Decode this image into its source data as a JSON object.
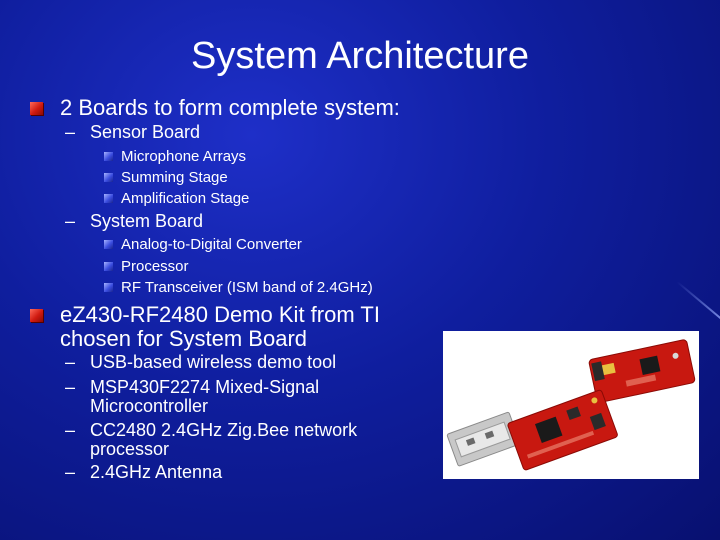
{
  "slide": {
    "title": "System Architecture",
    "bullets": [
      {
        "text": "2 Boards to form complete system:",
        "sub": [
          {
            "text": "Sensor Board",
            "items": [
              "Microphone Arrays",
              "Summing Stage",
              "Amplification Stage"
            ]
          },
          {
            "text": "System Board",
            "items": [
              "Analog-to-Digital Converter",
              "Processor",
              "RF Transceiver (ISM band of 2.4GHz)"
            ]
          }
        ]
      },
      {
        "text_line1": "eZ430-RF2480 Demo Kit from TI",
        "text_line2": "chosen for System Board",
        "sub": [
          {
            "text": "USB-based wireless demo tool"
          },
          {
            "text_line1": "MSP430F2274 Mixed-Signal",
            "text_line2": "Microcontroller"
          },
          {
            "text_line1": "CC2480 2.4GHz Zig.Bee network",
            "text_line2": "processor"
          },
          {
            "text": "2.4GHz Antenna"
          }
        ]
      }
    ]
  },
  "colors": {
    "background": "#1124b0",
    "text": "#ffffff",
    "bullet": "#d01a10",
    "board": "#c81810",
    "usb": "#c8c8c8"
  },
  "image": {
    "subject": "eZ430-RF2480 USB demo kit boards"
  }
}
